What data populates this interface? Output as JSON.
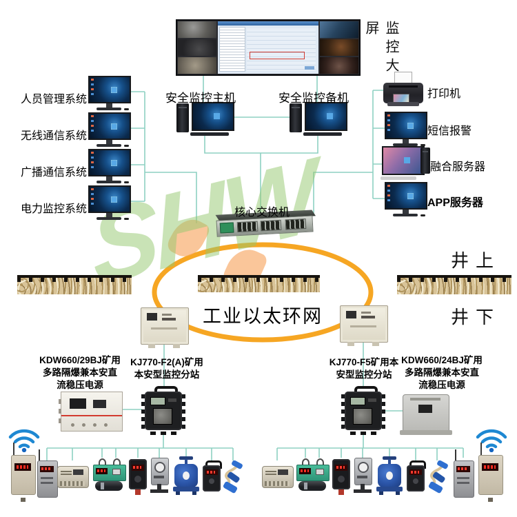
{
  "colors": {
    "ring_orange": "#F6A623",
    "connection_teal": "#8ED1C2",
    "watermark_green": "#94C86E",
    "alert_red": "#D23B2F"
  },
  "big_screen": {
    "label": "监控大屏"
  },
  "left_systems": [
    {
      "label": "人员管理系统"
    },
    {
      "label": "无线通信系统"
    },
    {
      "label": "广播通信系统"
    },
    {
      "label": "电力监控系统"
    }
  ],
  "hosts": {
    "primary_label": "安全监控主机",
    "backup_label": "安全监控备机"
  },
  "right_devices": [
    {
      "label": "打印机"
    },
    {
      "label": "短信报警"
    },
    {
      "label": "融合服务器"
    },
    {
      "label": "APP服务器"
    }
  ],
  "core_switch": {
    "label": "核心交换机"
  },
  "ring": {
    "label": "工业以太环网"
  },
  "mine": {
    "surface_label": "井上",
    "underground_label": "井下"
  },
  "underground": {
    "psu_left": {
      "lines": [
        "KDW660/29BJ矿用",
        "多路隔爆兼本安直",
        "流稳压电源"
      ]
    },
    "station_left": {
      "lines": [
        "KJ770-F2(A)矿用",
        "本安型监控分站"
      ]
    },
    "station_right": {
      "lines": [
        "KJ770-F5矿用本",
        "安型监控分站"
      ]
    },
    "psu_right": {
      "lines": [
        "KDW660/24BJ矿用",
        "多路隔爆兼本安直",
        "流稳压电源"
      ]
    }
  },
  "watermark": {
    "text": "SHW"
  },
  "icons": {
    "wifi": "wifi-icon",
    "wireless_transmitter": "wireless-transmitter-icon",
    "wireless_sensor": "wireless-sensor-icon",
    "card_reader": "card-reader-icon",
    "flow_sensor": "flow-sensor-icon",
    "gas_sensor": "gas-sensor-icon",
    "wind_sensor": "wind-speed-sensor-icon",
    "valve": "water-valve-icon",
    "handle_sensor": "portable-sensor-icon",
    "cable_coil": "cable-coil-icon"
  }
}
